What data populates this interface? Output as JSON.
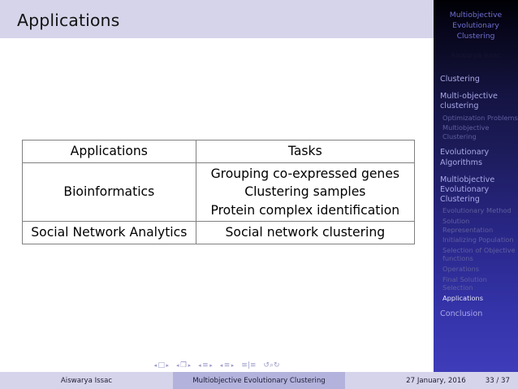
{
  "slide": {
    "title": "Applications"
  },
  "sidebar": {
    "title_lines": [
      "Multiobjective",
      "Evolutionary",
      "Clustering"
    ],
    "author": "Aiswarya Issac",
    "toc": [
      {
        "label": "Clustering",
        "level": "section",
        "current": false
      },
      {
        "label": "Multi-objective clustering",
        "level": "section",
        "current": false
      },
      {
        "label": "Optimization Problems",
        "level": "subsection",
        "current": false
      },
      {
        "label": "Multiobjective Clustering",
        "level": "subsection",
        "current": false
      },
      {
        "label": "Evolutionary Algorithms",
        "level": "section",
        "current": false
      },
      {
        "label": "Multiobjective Evolutionary Clustering",
        "level": "section",
        "current": false
      },
      {
        "label": "Evolutionary Method",
        "level": "subsection",
        "current": false
      },
      {
        "label": "Solution Representation",
        "level": "subsection",
        "current": false
      },
      {
        "label": "Initializing Population",
        "level": "subsection",
        "current": false
      },
      {
        "label": "Selection of Objective functions",
        "level": "subsection",
        "current": false
      },
      {
        "label": "Operations",
        "level": "subsection",
        "current": false
      },
      {
        "label": "Final Solution Selection",
        "level": "subsection",
        "current": false
      },
      {
        "label": "Applications",
        "level": "subsection",
        "current": true
      },
      {
        "label": "Conclusion",
        "level": "section",
        "current": false
      }
    ]
  },
  "table": {
    "headers": [
      "Applications",
      "Tasks"
    ],
    "rows": [
      {
        "application": "Bioinformatics",
        "tasks": [
          "Grouping co-expressed genes",
          "Clustering samples",
          "Protein complex identification"
        ]
      },
      {
        "application": "Social Network Analytics",
        "tasks": [
          "Social network clustering"
        ]
      }
    ]
  },
  "navigation": {
    "groups": [
      {
        "left": "◂",
        "glyph": "□",
        "right": "▸"
      },
      {
        "left": "◂",
        "glyph": "❐",
        "right": "▸"
      },
      {
        "left": "◂",
        "glyph": "≡",
        "right": "▸"
      },
      {
        "left": "◂",
        "glyph": "≡",
        "right": "▸"
      }
    ],
    "back_forward": "≡|≡",
    "zoom_symbols": "↺⌕↻"
  },
  "footer": {
    "author": "Aiswarya Issac",
    "title": "Multiobjective Evolutionary Clustering",
    "date": "27 January, 2016",
    "page": "33 / 37"
  },
  "colors": {
    "header_bg": "#d5d4ea",
    "footer_light": "#d5d4ea",
    "footer_mid": "#b3b2dc",
    "sidebar_bottom": "#3e3cb8",
    "toc_section_text": "#a9a8e6",
    "toc_sub_text": "#5f5e9e",
    "toc_current_text": "#e6e5f7"
  }
}
